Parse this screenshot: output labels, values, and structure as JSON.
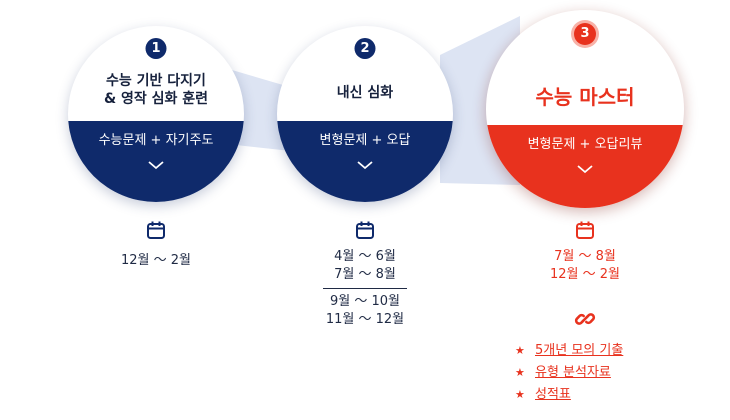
{
  "colors": {
    "navy": "#0f2a6b",
    "accent_red": "#e8321e",
    "connector": "#dde4f3",
    "text": "#1f2a44"
  },
  "steps": [
    {
      "number": "1",
      "title_line1": "수능 기반 다지기",
      "title_line2": "& 영작 심화 훈련",
      "band_label": "수능문제 + 자기주도",
      "chevron_icon": "chevron-down-icon",
      "calendar_icon": "calendar-icon",
      "periods": [
        "12월 ～ 2월"
      ]
    },
    {
      "number": "2",
      "title_line1": "내신 심화",
      "band_label": "변형문제 + 오답",
      "chevron_icon": "chevron-down-icon",
      "calendar_icon": "calendar-icon",
      "periods": [
        "4월 ～  6월",
        "7월 ～  8월",
        "9월 ～ 10월",
        "11월 ～ 12월"
      ]
    },
    {
      "number": "3",
      "title_line1": "수능 마스터",
      "band_label": "변형문제 + 오답리뷰",
      "chevron_icon": "chevron-down-icon",
      "calendar_icon": "calendar-icon",
      "periods": [
        "7월 ～  8월",
        "12월 ～ 2월"
      ],
      "link_icon": "link-icon",
      "resources": [
        "5개년 모의 기출",
        "유형 분석자료",
        "성적표"
      ],
      "resource_bullet": "★"
    }
  ]
}
